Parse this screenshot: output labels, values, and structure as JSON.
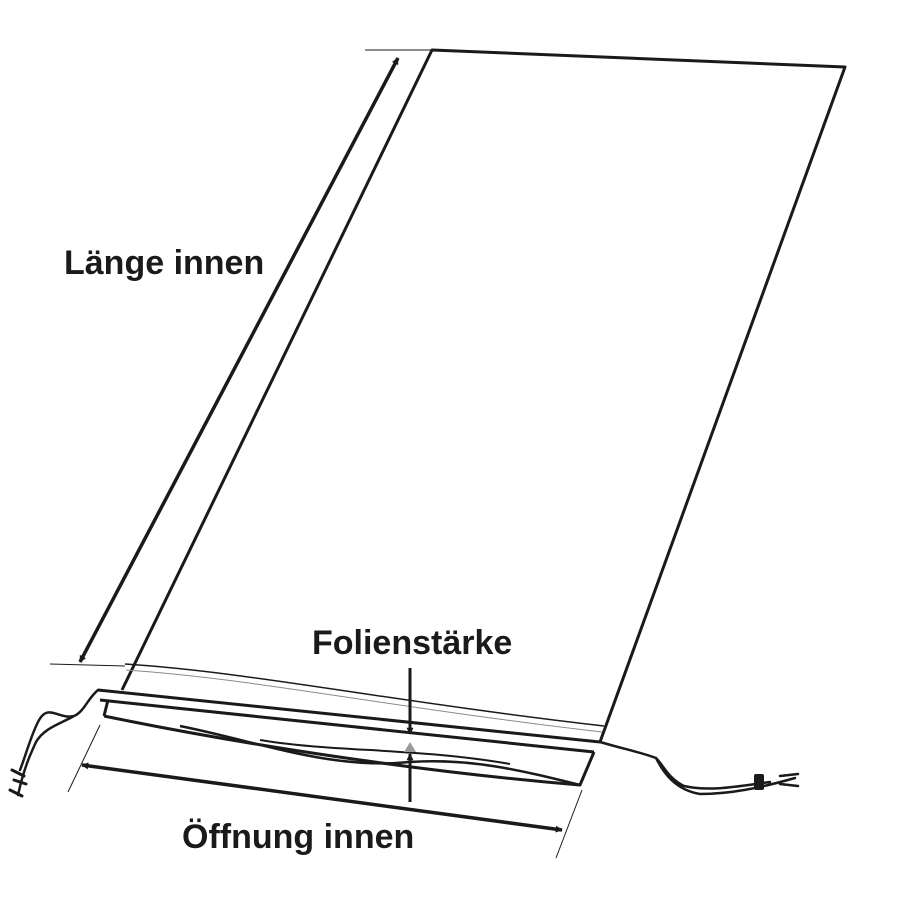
{
  "labels": {
    "length": "Länge innen",
    "thickness": "Folienstärke",
    "opening": "Öffnung innen"
  },
  "colors": {
    "line": "#1a1a1a",
    "background": "#ffffff",
    "hem_fill": "#d9d9d9"
  },
  "icons": {
    "drawstring_left": "cord-knot-icon",
    "drawstring_right": "cord-stopper-icon"
  }
}
